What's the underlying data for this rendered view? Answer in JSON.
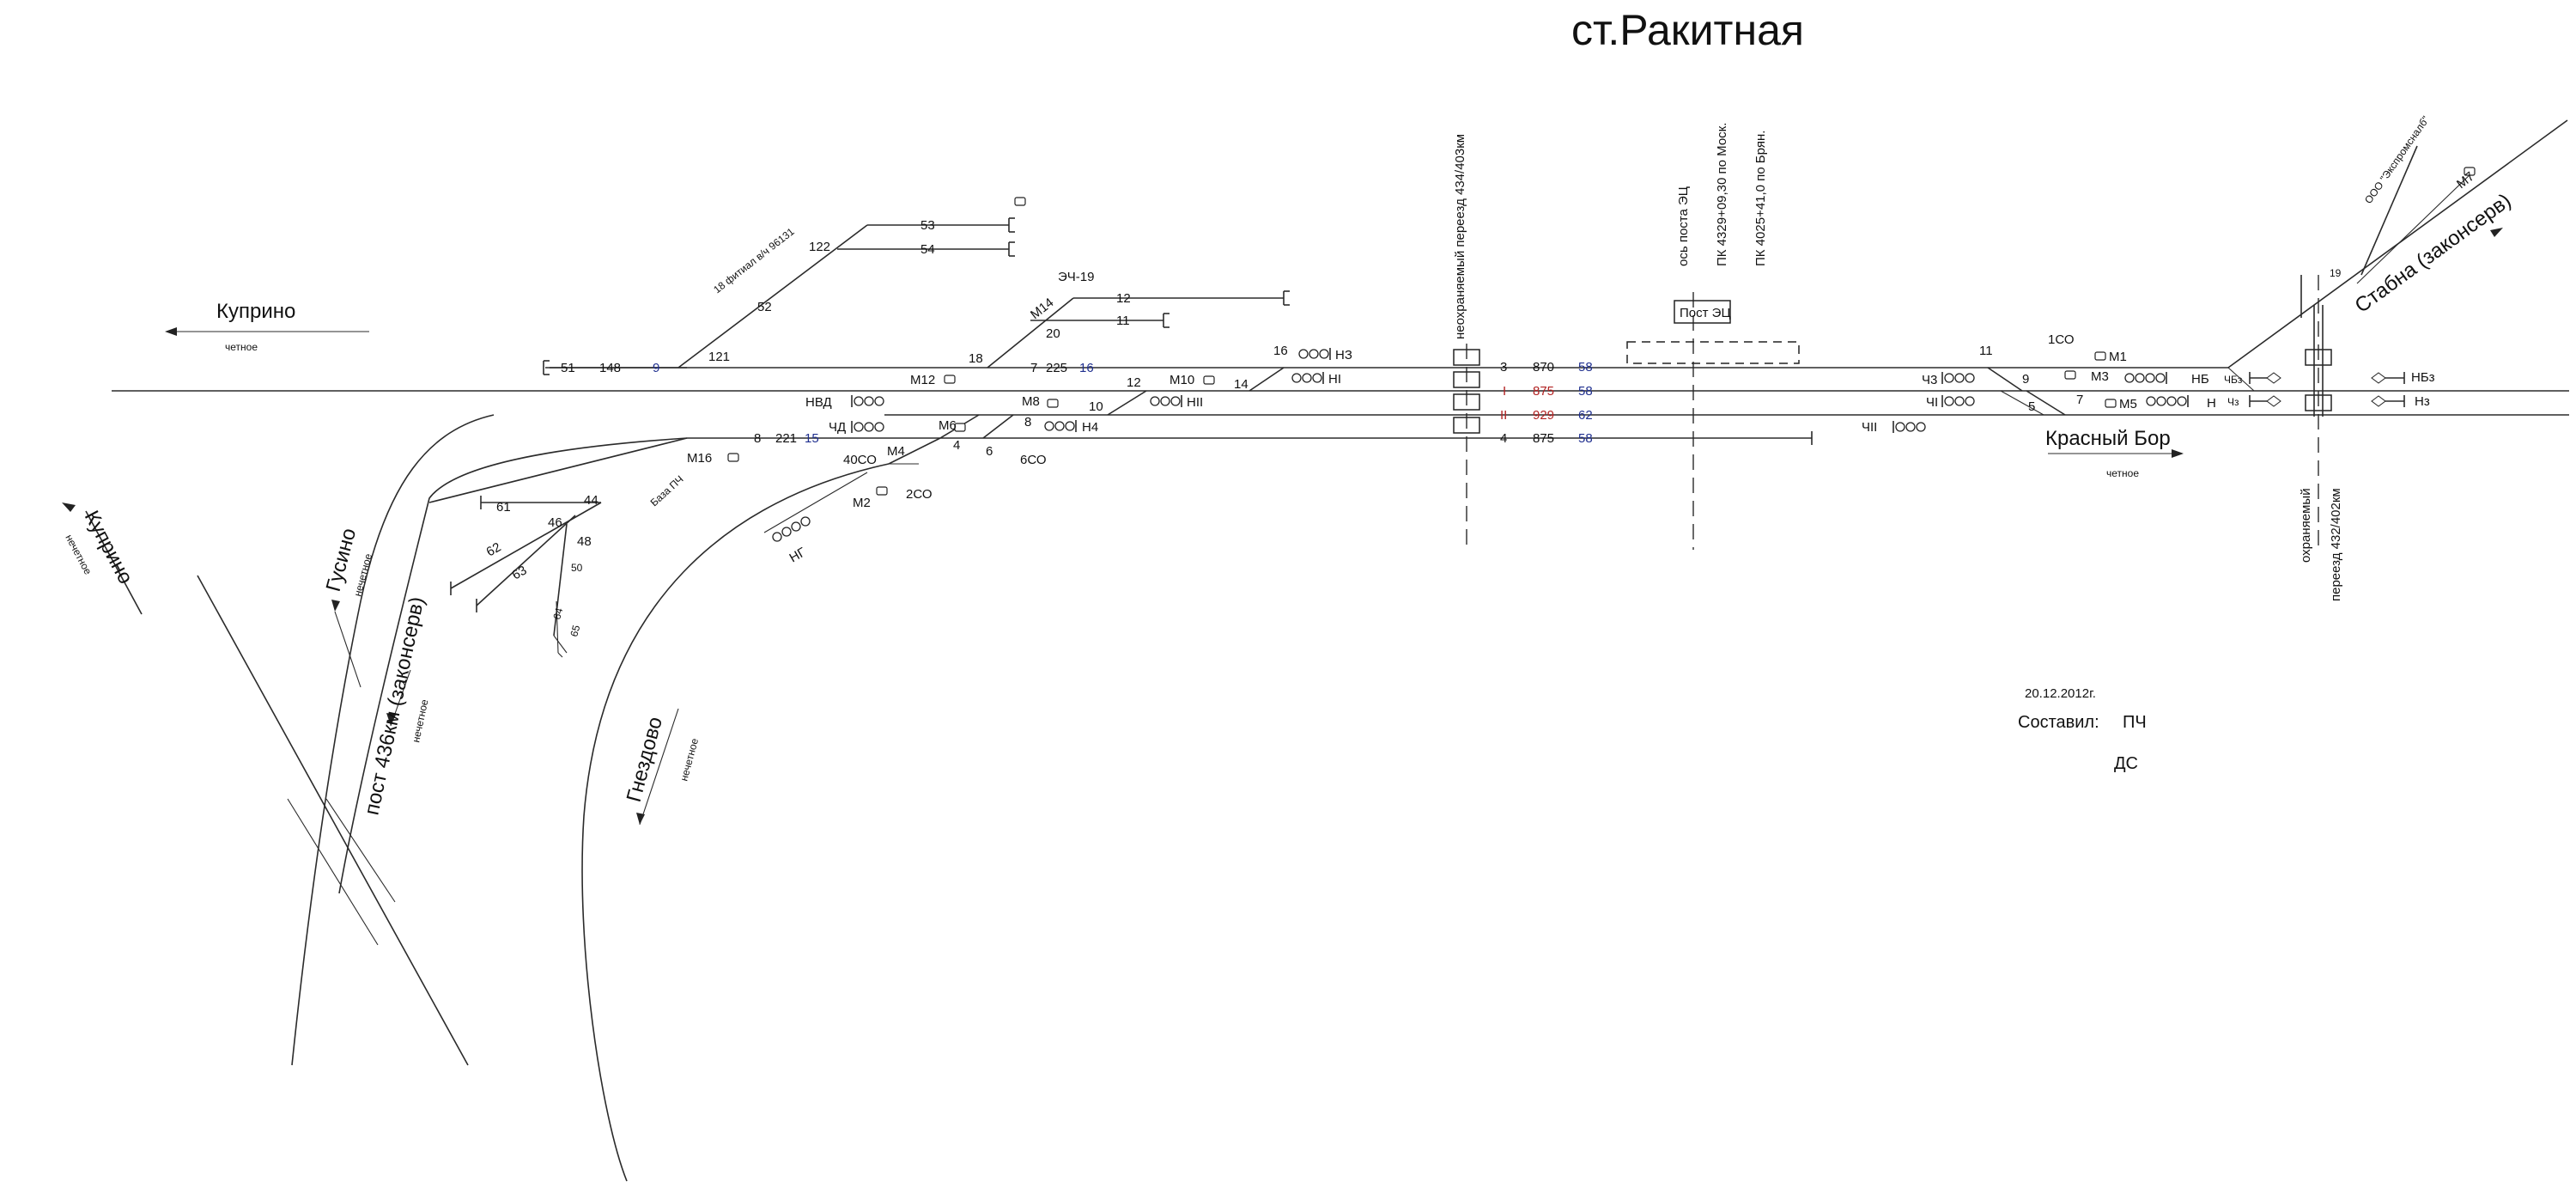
{
  "title": "ст.Ракитная",
  "directions": {
    "kuprino_top": "Куприно",
    "kuprino_top_sub": "четное",
    "kuprino_left": "Куприно",
    "kuprino_left_sub": "нечетное",
    "gusino": "Гусино",
    "gusino_sub": "нечетное",
    "post436": "пост 436км (законсерв)",
    "post436_sub": "нечетное",
    "gnezdovo": "Гнездово",
    "gnezdovo_sub": "нечетное",
    "krasny_bor": "Красный Бор",
    "krasny_bor_sub": "четное",
    "stabna": "Стабна (законсерв)"
  },
  "crossings": {
    "left": "неохраняемый переезд 434/403км",
    "right_1": "охраняемый",
    "right_2": "переезд 432/402км"
  },
  "axis": {
    "label1": "ось поста ЭЦ",
    "label2": "ПК 4329+09,30  по Моск.",
    "label3": "ПК 4025+41,0   по Брян.",
    "post": "Пост ЭЦ"
  },
  "sidings": {
    "fitil": "18 фитиал в/ч 96131",
    "base": "База ПЧ",
    "ooo": "ООО \"Экспромсналб\"",
    "ech": "ЭЧ-19"
  },
  "tracks": [
    {
      "num": "3",
      "len": "870",
      "sec": "58"
    },
    {
      "num": "I",
      "len": "875",
      "sec": "58"
    },
    {
      "num": "II",
      "len": "929",
      "sec": "62"
    },
    {
      "num": "4",
      "len": "875",
      "sec": "58"
    }
  ],
  "track_labels": {
    "t51": "51",
    "t148": "148",
    "t9": "9",
    "t121": "121",
    "t52": "52",
    "t122": "122",
    "t53": "53",
    "t54": "54",
    "t12": "12",
    "t11": "11",
    "t20": "20",
    "t18": "18",
    "t7": "7",
    "t225": "225",
    "t16": "16",
    "t8": "8",
    "t221": "221",
    "t15": "15",
    "t61": "61",
    "t44": "44",
    "t62": "62",
    "t46": "46",
    "t48": "48",
    "t63": "63",
    "t50": "50",
    "t64": "64",
    "t65": "65",
    "sw10": "10",
    "sw12": "12",
    "sw14": "14",
    "sw16": "16",
    "sw4": "4",
    "sw6": "6",
    "sw8": "8",
    "sw11": "11",
    "sw9": "9",
    "sw5": "5",
    "sw7": "7",
    "sw19": "19"
  },
  "signals": {
    "NZ": "НЗ",
    "NI": "НI",
    "NII": "НII",
    "N4": "Н4",
    "NVD": "НВД",
    "CHD": "ЧД",
    "M12": "М12",
    "M14": "М14",
    "M10": "М10",
    "M8": "М8",
    "M6": "М6",
    "M4": "М4",
    "M16": "М16",
    "M2": "М2",
    "CO40": "40СО",
    "CO2": "2СО",
    "CO6": "6СО",
    "NG": "НГ",
    "CH3": "Ч3",
    "CHI": "ЧI",
    "CHII": "ЧII",
    "M1": "М1",
    "M3": "М3",
    "M5": "М5",
    "M7": "М7",
    "CO1": "1СО",
    "NB": "НБ",
    "N": "Н",
    "CHBz": "ЧБз",
    "CHz": "Чз",
    "NBz": "НБз",
    "Nz": "Нз"
  },
  "footer": {
    "date": "20.12.2012г.",
    "made": "Составил:",
    "pch": "ПЧ",
    "ds": "ДС"
  }
}
